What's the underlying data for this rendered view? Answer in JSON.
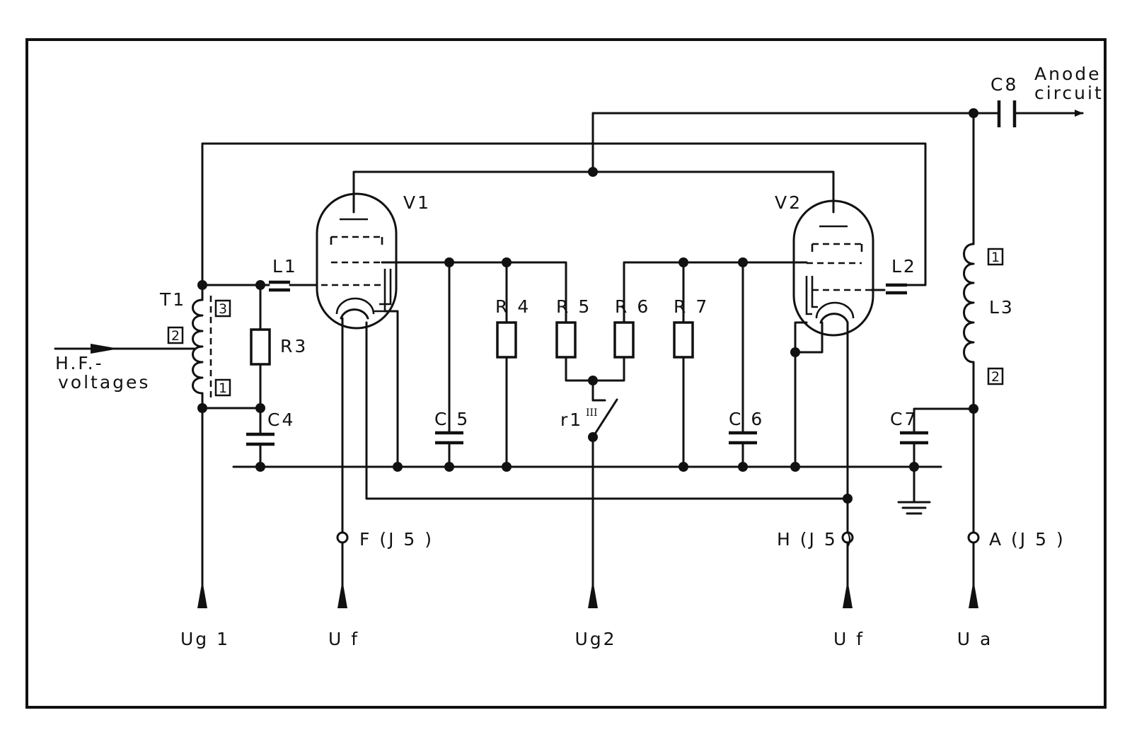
{
  "diagram": {
    "labels": {
      "anode_circuit_line1": "Anode",
      "anode_circuit_line2": "circuit",
      "c8": "C8",
      "v1": "V1",
      "v2": "V2",
      "l1": "L1",
      "l2": "L2",
      "t1": "T1",
      "l3": "L3",
      "r3": "R3",
      "r4": "R 4",
      "r5": "R 5",
      "r6": "R 6",
      "r7": "R 7",
      "c4": "C4",
      "c5": "C 5",
      "c6": "C 6",
      "c7": "C7",
      "r1": "r1",
      "r1_contact": "III",
      "hf_line1": "H.F.-",
      "hf_line2": "voltages",
      "f_j5": "F (J 5 )",
      "h_j5": "H (J 5 )",
      "a_j5": "A (J 5 )",
      "ug1": "Ug 1",
      "uf_left": "U f",
      "ug2": "Ug2",
      "uf_right": "U f",
      "ua": "U a"
    },
    "pin_numbers": {
      "t1_pin3": "3",
      "t1_pin2": "2",
      "t1_pin1": "1",
      "l3_pin1": "1",
      "l3_pin2": "2"
    }
  }
}
